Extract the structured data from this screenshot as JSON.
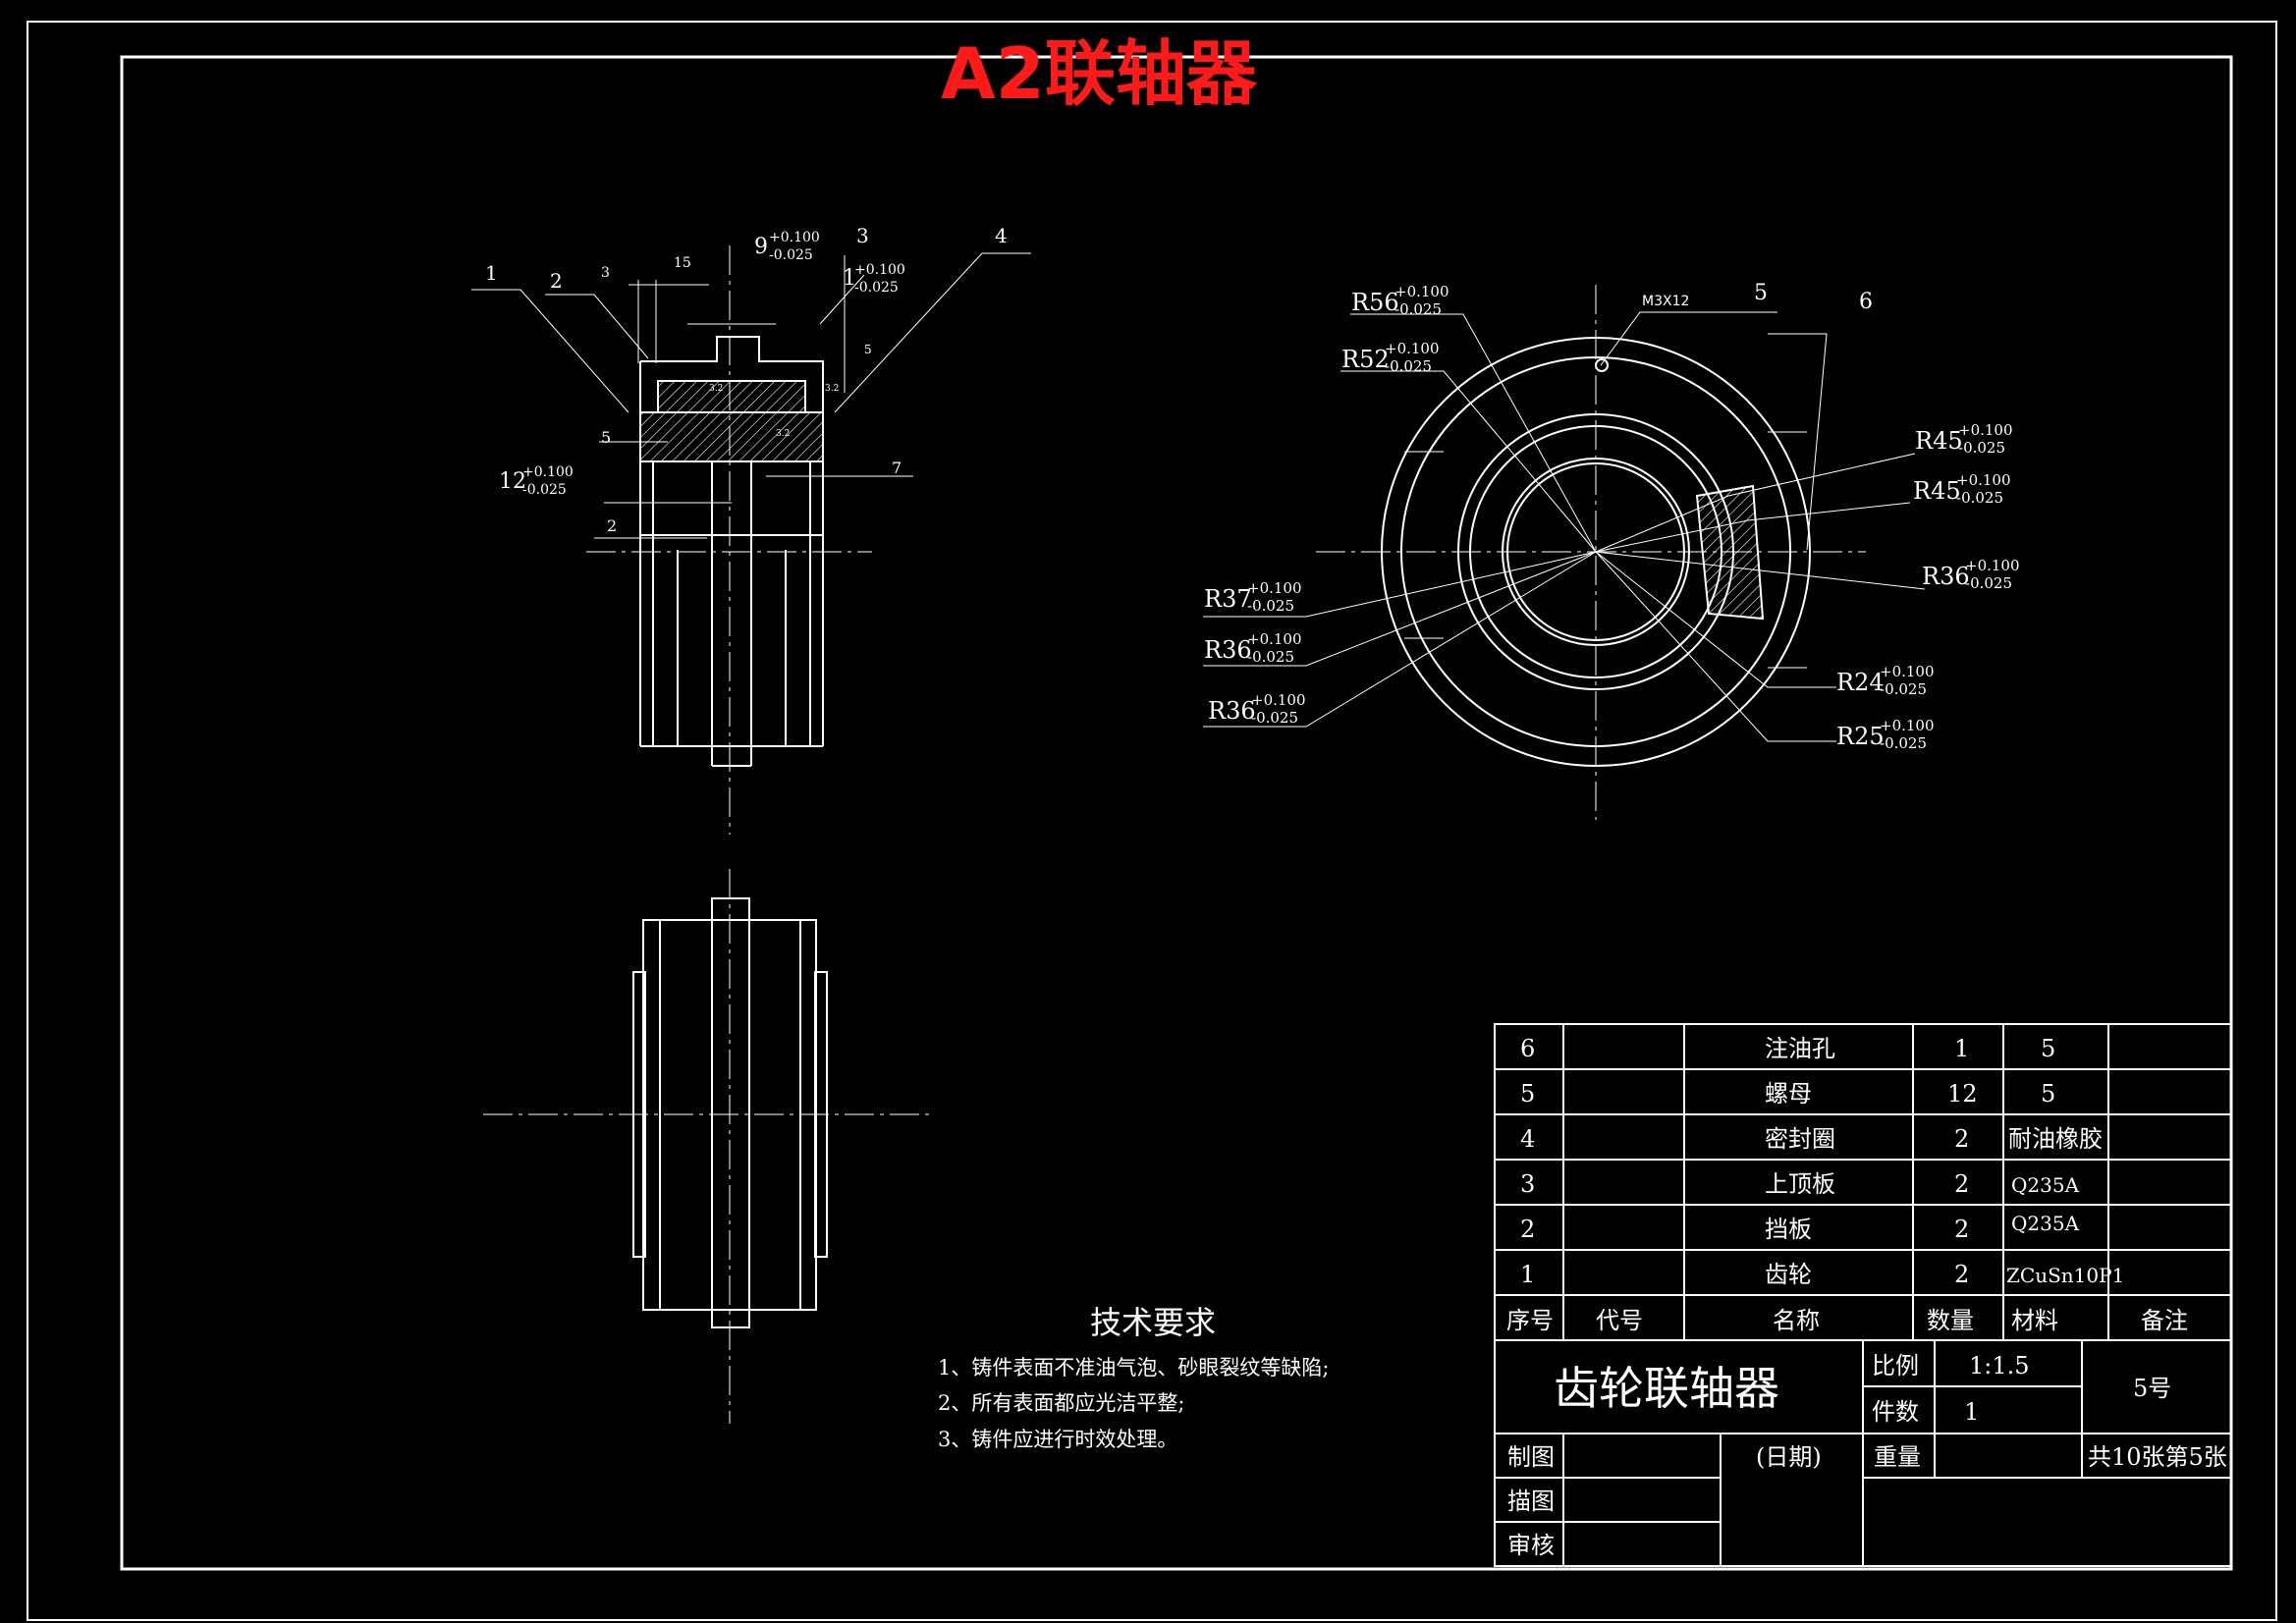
{
  "title": "A2联轴器",
  "colors": {
    "title": "#ff1a1a",
    "line": "#ffffff",
    "background": "#000000"
  },
  "section_view": {
    "leaders": [
      "1",
      "2",
      "3",
      "4",
      "5"
    ],
    "dims": {
      "d3": "3",
      "d15": "15",
      "d9": "9",
      "d9_up": "+0.100",
      "d9_lo": "-0.025",
      "d1": "1",
      "d1_up": "+0.100",
      "d1_lo": "-0.025",
      "d5": "5",
      "d12": "12",
      "d12_up": "+0.100",
      "d12_lo": "-0.025",
      "d2": "2",
      "d7": "7",
      "r1": "3.2",
      "r2": "3.2",
      "r3": "3.2"
    }
  },
  "circular_view": {
    "callouts": [
      "5",
      "6"
    ],
    "thread": "M3X12",
    "radii": [
      {
        "v": "R56",
        "up": "+0.100",
        "lo": "-0.025"
      },
      {
        "v": "R52",
        "up": "+0.100",
        "lo": "-0.025"
      },
      {
        "v": "R45",
        "up": "+0.100",
        "lo": "-0.025"
      },
      {
        "v": "R45",
        "up": "+0.100",
        "lo": "-0.025"
      },
      {
        "v": "R36",
        "up": "+0.100",
        "lo": "-0.025"
      },
      {
        "v": "R37",
        "up": "+0.100",
        "lo": "-0.025"
      },
      {
        "v": "R36",
        "up": "+0.100",
        "lo": "-0.025"
      },
      {
        "v": "R36",
        "up": "+0.100",
        "lo": "-0.025"
      },
      {
        "v": "R24",
        "up": "+0.100",
        "lo": "-0.025"
      },
      {
        "v": "R25",
        "up": "+0.100",
        "lo": "-0.025"
      }
    ]
  },
  "tech_req": {
    "heading": "技术要求",
    "items": [
      "1、铸件表面不准油气泡、砂眼裂纹等缺陷;",
      "2、所有表面都应光洁平整;",
      "3、铸件应进行时效处理。"
    ]
  },
  "bom": {
    "rows": [
      {
        "no": "6",
        "code": "",
        "name": "注油孔",
        "qty": "1",
        "material": "5",
        "note": ""
      },
      {
        "no": "5",
        "code": "",
        "name": "螺母",
        "qty": "12",
        "material": "5",
        "note": ""
      },
      {
        "no": "4",
        "code": "",
        "name": "密封圈",
        "qty": "2",
        "material": "耐油橡胶",
        "note": ""
      },
      {
        "no": "3",
        "code": "",
        "name": "上顶板",
        "qty": "2",
        "material": "Q235A",
        "note": ""
      },
      {
        "no": "2",
        "code": "",
        "name": "挡板",
        "qty": "2",
        "material": "Q235A",
        "note": ""
      },
      {
        "no": "1",
        "code": "",
        "name": "齿轮",
        "qty": "2",
        "material": "ZCuSn10P1",
        "note": ""
      }
    ],
    "headers": {
      "no": "序号",
      "code": "代号",
      "name": "名称",
      "qty": "数量",
      "material": "材料",
      "note": "备注"
    }
  },
  "title_block": {
    "part_name": "齿轮联轴器",
    "scale_label": "比例",
    "scale_value": "1:1.5",
    "count_label": "件数",
    "count_value": "1",
    "drawing_no": "5号",
    "weight_label": "重量",
    "sheets": "共10张第5张",
    "drawn_label": "制图",
    "date_label": "(日期)",
    "traced_label": "描图",
    "checked_label": "审核"
  }
}
